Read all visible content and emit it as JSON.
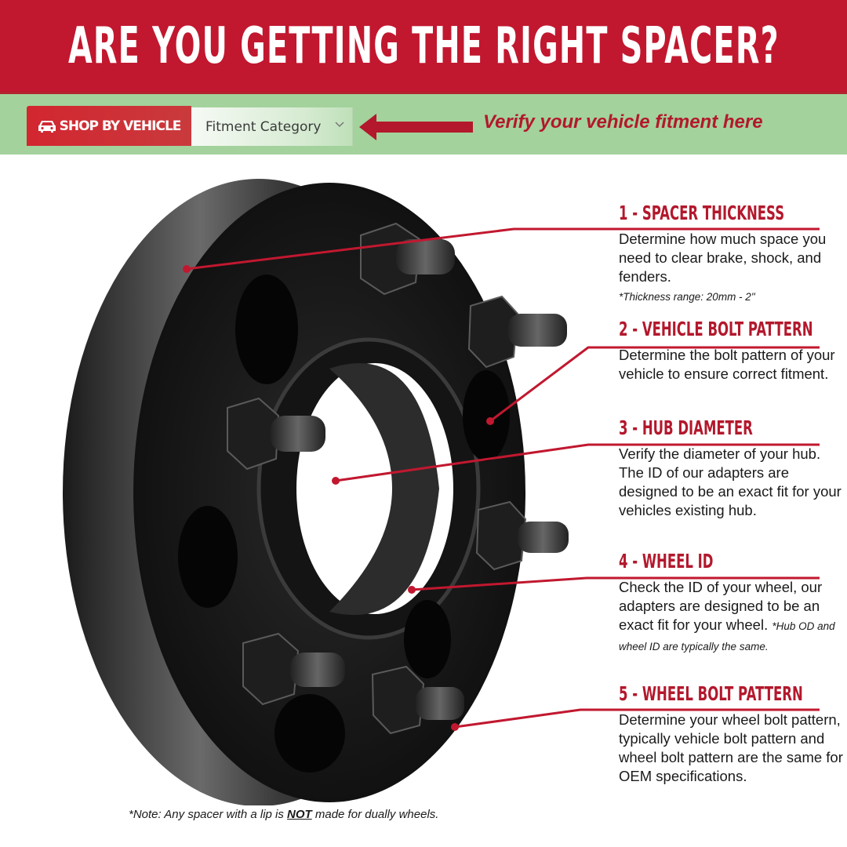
{
  "banner": {
    "title": "ARE YOU GETTING THE RIGHT SPACER?",
    "bg_color": "#c1182f"
  },
  "fitment_bar": {
    "bg_color": "#a3d29c",
    "shop_button": {
      "label": "SHOP BY VEHICLE",
      "icon": "car-icon",
      "color": "#d22630"
    },
    "select": {
      "value": "Fitment Category",
      "icon": "chevron-down-icon"
    },
    "arrow_icon": "arrow-left-icon",
    "hint": "Verify your vehicle fitment here"
  },
  "product_image": {
    "alt": "Black hub-centric wheel spacer with six studs and lug nuts"
  },
  "sections": [
    {
      "title": "1 - SPACER THICKNESS",
      "body": "Determine how much space you need to clear brake, shock, and fenders.",
      "note": "*Thickness range: 20mm - 2\""
    },
    {
      "title": "2 - VEHICLE BOLT PATTERN",
      "body": "Determine the bolt pattern of your vehicle to ensure correct fitment.",
      "note": ""
    },
    {
      "title": "3 - HUB DIAMETER",
      "body": "Verify the diameter of your hub. The ID of our adapters are designed to be an exact fit for your vehicles existing hub.",
      "note": ""
    },
    {
      "title": "4 - WHEEL ID",
      "body": "Check the ID of your wheel, our adapters are designed to be an exact fit for your wheel.",
      "note": "*Hub OD and wheel ID are typically the same."
    },
    {
      "title": "5 - WHEEL BOLT PATTERN",
      "body": "Determine your wheel bolt pattern, typically vehicle bolt pattern and wheel bolt pattern are the same for OEM specifications.",
      "note": ""
    }
  ],
  "footnote": {
    "prefix": "*Note: Any spacer with a lip is ",
    "emphasis": "NOT",
    "suffix": " made for dually wheels."
  },
  "accent_color": "#b3182c"
}
